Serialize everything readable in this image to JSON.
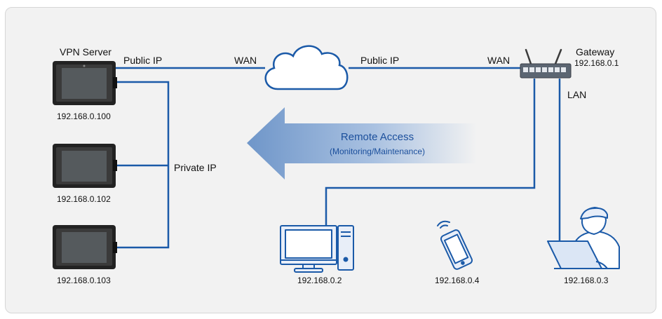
{
  "vpn_server": {
    "title": "VPN Server",
    "ip": "192.168.0.100"
  },
  "tablets": [
    {
      "ip": "192.168.0.102"
    },
    {
      "ip": "192.168.0.103"
    }
  ],
  "links": {
    "public_ip_left": "Public IP",
    "wan_left": "WAN",
    "public_ip_right": "Public IP",
    "wan_right": "WAN",
    "private_ip": "Private IP",
    "lan": "LAN"
  },
  "gateway": {
    "title": "Gateway",
    "ip": "192.168.0.1"
  },
  "remote_access": {
    "title": "Remote Access",
    "subtitle": "(Monitoring/Maintenance)"
  },
  "clients": {
    "desktop": {
      "ip": "192.168.0.2"
    },
    "phone": {
      "ip": "192.168.0.4"
    },
    "laptop": {
      "ip": "192.168.0.3"
    }
  },
  "colors": {
    "line": "#1b5aa8",
    "device_fill": "#e8eef8",
    "cloud_stroke": "#1b5aa8",
    "arrow_start": "#6f96c9",
    "arrow_end": "#f2f2f2",
    "remote_text": "#1b4f9c"
  }
}
